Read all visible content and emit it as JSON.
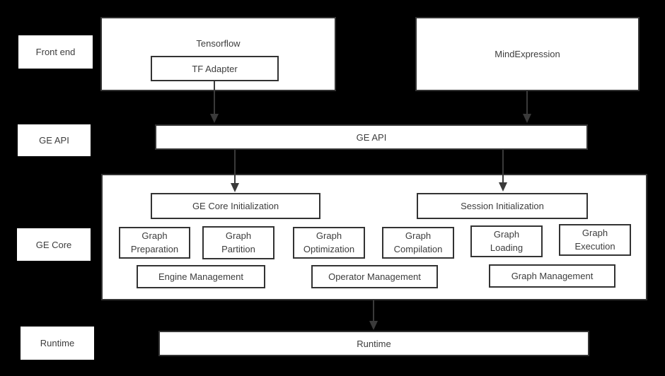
{
  "colors": {
    "background": "#000000",
    "box_fill": "#ffffff",
    "box_border": "#333333",
    "text": "#3d3d3d",
    "arrow": "#3a3a3a"
  },
  "side_labels": {
    "front_end": "Front end",
    "ge_api": "GE API",
    "ge_core": "GE Core",
    "runtime": "Runtime"
  },
  "front_end": {
    "tensorflow": "Tensorflow",
    "tf_adapter": "TF Adapter",
    "mind_expression": "MindExpression"
  },
  "ge_api": {
    "bar": "GE API"
  },
  "ge_core": {
    "ge_core_initialization": "GE Core Initialization",
    "session_initialization": "Session Initialization",
    "stages": [
      "Graph\nPreparation",
      "Graph\nPartition",
      "Graph\nOptimization",
      "Graph\nCompilation",
      "Graph\nLoading",
      "Graph\nExecution"
    ],
    "management": [
      "Engine Management",
      "Operator Management",
      "Graph Management"
    ]
  },
  "runtime": {
    "bar": "Runtime"
  }
}
